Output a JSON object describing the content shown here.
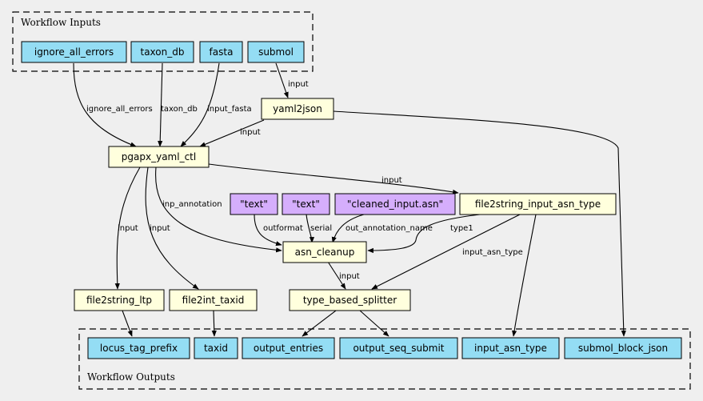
{
  "clusters": {
    "inputs_title": "Workflow Inputs",
    "outputs_title": "Workflow Outputs"
  },
  "nodes": {
    "ignore_all_errors": "ignore_all_errors",
    "taxon_db": "taxon_db",
    "fasta": "fasta",
    "submol": "submol",
    "yaml2json": "yaml2json",
    "pgapx_yaml_ctl": "pgapx_yaml_ctl",
    "text1": "\"text\"",
    "text2": "\"text\"",
    "cleaned_input": "\"cleaned_input.asn\"",
    "file2string_input_asn_type": "file2string_input_asn_type",
    "asn_cleanup": "asn_cleanup",
    "file2string_ltp": "file2string_ltp",
    "file2int_taxid": "file2int_taxid",
    "type_based_splitter": "type_based_splitter",
    "locus_tag_prefix": "locus_tag_prefix",
    "taxid": "taxid",
    "output_entries": "output_entries",
    "output_seq_submit": "output_seq_submit",
    "input_asn_type": "input_asn_type",
    "submol_block_json": "submol_block_json"
  },
  "edge_labels": {
    "submol_yaml": "input",
    "ignore_pgapx": "ignore_all_errors",
    "taxon_pgapx": "taxon_db",
    "fasta_pgapx": "input_fasta",
    "yaml_pgapx": "input",
    "pgapx_f2s": "input",
    "pgapx_asn": "inp_annotation",
    "pgapx_ltp": "input",
    "pgapx_taxid": "input",
    "text1_asn": "outformat",
    "text2_asn": "serial",
    "cleaned_asn": "out_annotation_name",
    "f2s_asn": "type1",
    "f2s_tbs": "input_asn_type",
    "asn_tbs": "input"
  },
  "colors": {
    "input_fill": "#94ddf4",
    "step_fill": "#ffffdd",
    "value_fill": "#d5aefc",
    "background": "#efefef",
    "stroke": "#000000"
  }
}
